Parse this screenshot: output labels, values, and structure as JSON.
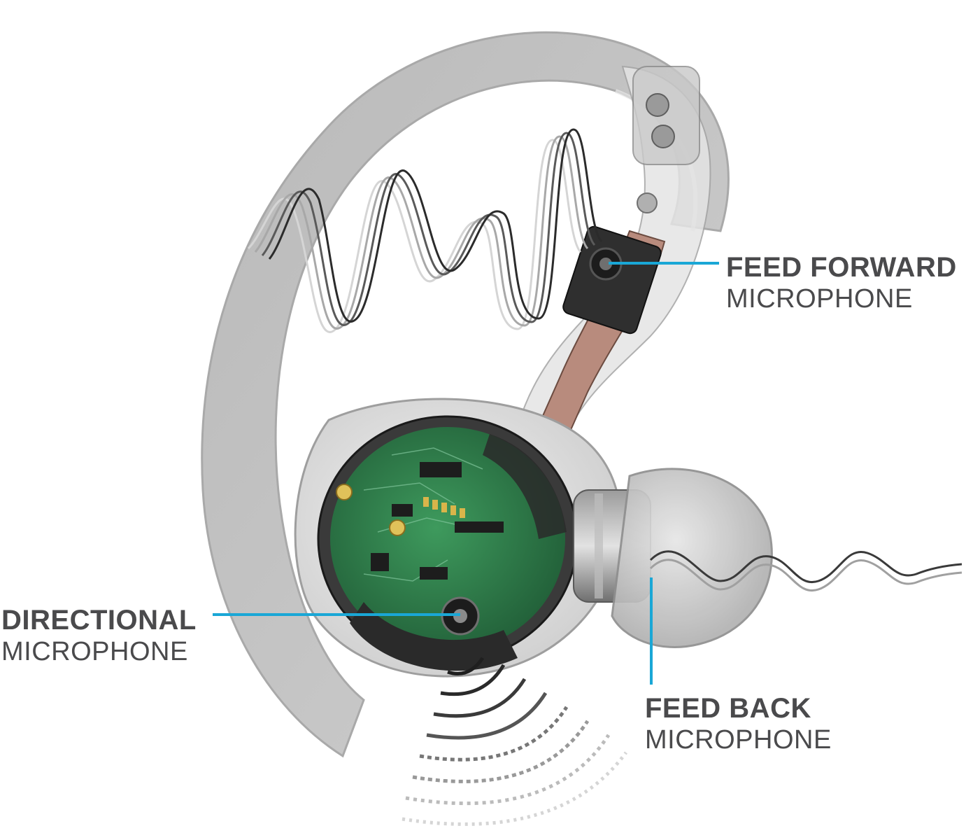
{
  "labels": {
    "feed_forward": {
      "title": "FEED FORWARD",
      "subtitle": "MICROPHONE"
    },
    "directional": {
      "title": "DIRECTIONAL",
      "subtitle": "MICROPHONE"
    },
    "feed_back": {
      "title": "FEED BACK",
      "subtitle": "MICROPHONE"
    }
  },
  "colors": {
    "leader_line": "#1aa7d6",
    "label_text": "#4a4a4c",
    "shell": "#c8c8c8",
    "pcb": "#2f7d4a",
    "wave_dark": "#2b2b2b",
    "wave_light": "#bdbdbd"
  }
}
